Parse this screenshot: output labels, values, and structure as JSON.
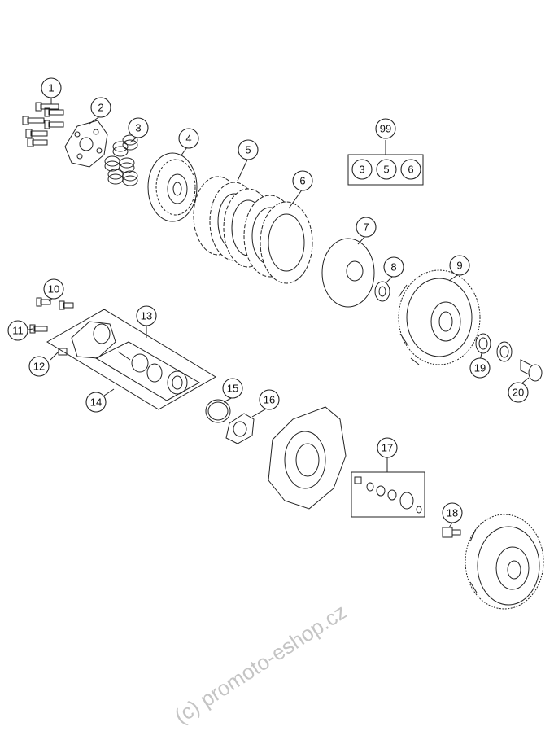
{
  "callouts": [
    "1",
    "2",
    "3",
    "4",
    "5",
    "6",
    "7",
    "8",
    "9",
    "10",
    "11",
    "12",
    "13",
    "14",
    "15",
    "16",
    "17",
    "18",
    "19",
    "20",
    "99"
  ],
  "kit_items": [
    "3",
    "5",
    "6"
  ],
  "watermark": "(c) promoto-eshop.cz",
  "colors": {
    "line": "#222222",
    "watermark": "#c4c4c4",
    "background": "#ffffff"
  }
}
